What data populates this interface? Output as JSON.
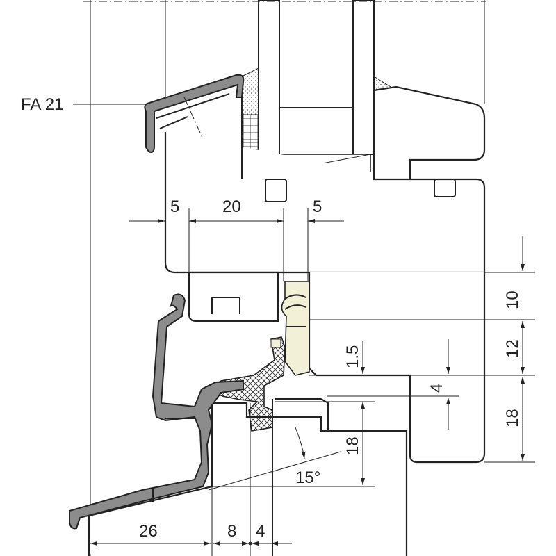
{
  "labels": {
    "profile_label": "FA 21"
  },
  "dimensions": {
    "top_left": "5",
    "top_mid": "20",
    "top_right": "5",
    "right_a": "10",
    "right_b": "12",
    "right_c": "18",
    "inner_1": "1.5",
    "inner_2": "4",
    "inner_3": "18",
    "angle": "15°",
    "bottom_1": "26",
    "bottom_2": "8",
    "bottom_3": "4"
  },
  "colors": {
    "stroke": "#222222",
    "metal": "#8c8c8c",
    "gasket": "#f2f0d6"
  }
}
